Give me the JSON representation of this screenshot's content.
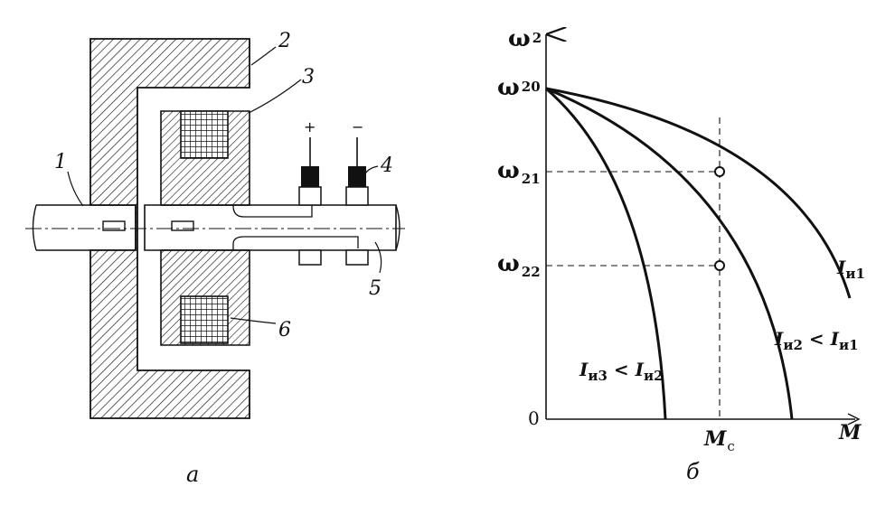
{
  "figure_a": {
    "panel_label": "а",
    "callouts": [
      "1",
      "2",
      "3",
      "4",
      "5",
      "6"
    ],
    "polarity": {
      "plus": "+",
      "minus": "−"
    }
  },
  "figure_b": {
    "panel_label": "б",
    "y_axis_symbol": "ω",
    "y_axis_subscript": "2",
    "x_axis_label": "M",
    "origin_label": "0",
    "x_mark": {
      "symbol": "M",
      "subscript": "с"
    },
    "y_ticks": [
      {
        "symbol": "ω",
        "subscript": "20"
      },
      {
        "symbol": "ω",
        "subscript": "21"
      },
      {
        "symbol": "ω",
        "subscript": "22"
      }
    ],
    "curve_labels": [
      {
        "main": "I",
        "sub": "и1",
        "rel": "",
        "main2": "",
        "sub2": ""
      },
      {
        "main": "I",
        "sub": "и2",
        "rel": " < ",
        "main2": "I",
        "sub2": "и1"
      },
      {
        "main": "I",
        "sub": "и3",
        "rel": " < ",
        "main2": "I",
        "sub2": "и2"
      }
    ]
  },
  "colors": {
    "ink": "#111111",
    "background": "#ffffff"
  }
}
